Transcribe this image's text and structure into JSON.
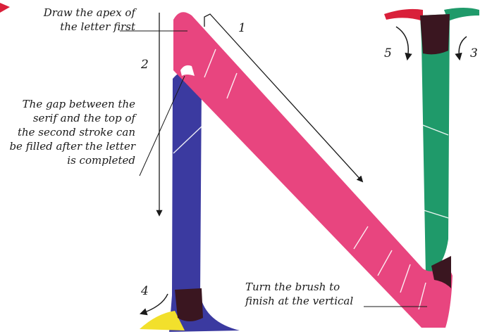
{
  "captions": {
    "apex": "Draw the apex of\nthe letter first",
    "gap": "The gap between the\nserif and the top of\nthe second stroke can\nbe filled after the letter\nis completed",
    "turn": "Turn the brush to\nfinish at the vertical"
  },
  "stroke_numbers": {
    "s1": "1",
    "s2": "2",
    "s3": "3",
    "s4": "4",
    "s5": "5"
  },
  "colors": {
    "diagonal_stroke": "#e8457f",
    "left_stem": "#3b3aa0",
    "right_stem": "#1f9a6a",
    "top_right_serif": "#d9203a",
    "base_serif_left": "#f2e02c",
    "overlap": "#3a1620",
    "arrows": "#1a1a1a"
  }
}
